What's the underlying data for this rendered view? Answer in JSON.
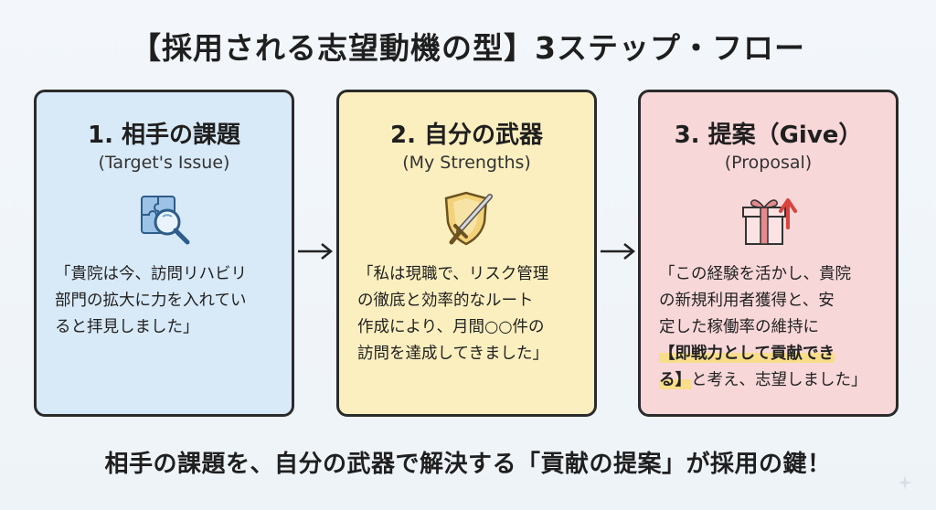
{
  "title": "【採用される志望動機の型】3ステップ・フロー",
  "steps": [
    {
      "title": "1. 相手の課題",
      "subtitle": "(Target's Issue)",
      "icon": "puzzle-magnifier-icon",
      "lines": [
        "「貴院は今、訪問リハビリ",
        "部門の拡大に力を入れてい",
        "ると拝見しました」"
      ]
    },
    {
      "title": "2. 自分の武器",
      "subtitle": "(My Strengths)",
      "icon": "shield-sword-icon",
      "lines": [
        "「私は現職で、リスク管理",
        "の徹底と効率的なルート",
        "作成により、月間○○件の",
        "訪問を達成してきました」"
      ]
    },
    {
      "title": "3. 提案（Give）",
      "subtitle": "(Proposal)",
      "icon": "gift-arrow-icon",
      "lines": [
        "「この経験を活かし、貴院",
        "の新規利用者獲得と、安",
        "定した稼働率の維持に"
      ],
      "highlight_1": "【即戦力として貢献でき",
      "highlight_2": "る】",
      "tail": "と考え、志望しました」"
    }
  ],
  "footer": "相手の課題を、自分の武器で解決する「貢献の提案」が採用の鍵！",
  "colors": {
    "card1_bg": "#d8e9f7",
    "card2_bg": "#fbefbf",
    "card3_bg": "#f8d7d9",
    "highlight": "#f8dd8a"
  }
}
